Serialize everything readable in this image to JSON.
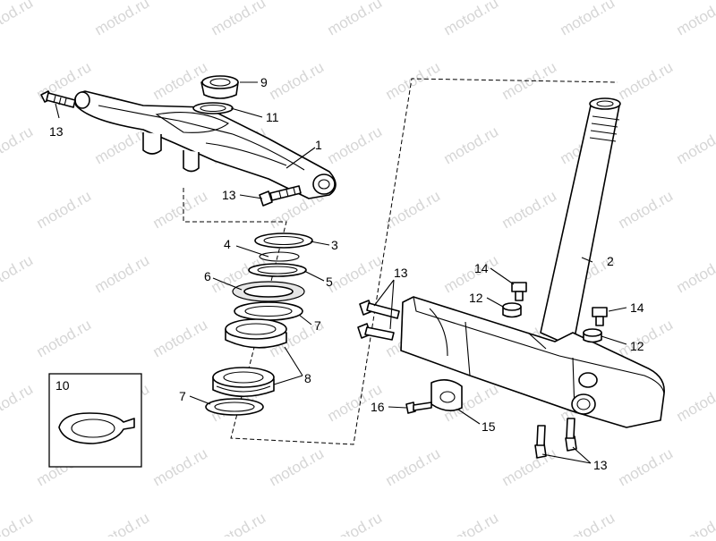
{
  "watermark": "motod.ru",
  "callouts": {
    "c1": "1",
    "c2": "2",
    "c3": "3",
    "c4": "4",
    "c5": "5",
    "c6": "6",
    "c7a": "7",
    "c7b": "7",
    "c8": "8",
    "c9": "9",
    "c10": "10",
    "c11": "11",
    "c12a": "12",
    "c12b": "12",
    "c13a": "13",
    "c13b": "13",
    "c13c": "13",
    "c13d": "13",
    "c14a": "14",
    "c14b": "14",
    "c15": "15",
    "c16": "16"
  },
  "colors": {
    "line": "#000000",
    "watermark": "#d6d6d6",
    "background": "#ffffff"
  }
}
